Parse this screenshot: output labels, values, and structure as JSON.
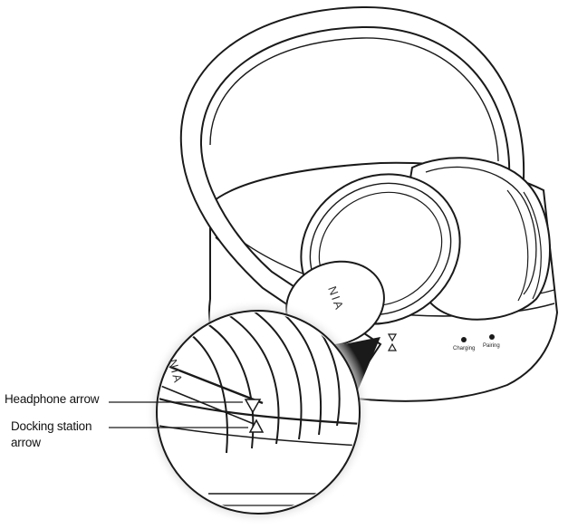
{
  "labels": {
    "headphone_arrow": "Headphone arrow",
    "docking_station_arrow_line1": "Docking station",
    "docking_station_arrow_line2": "arrow"
  },
  "dock": {
    "charging": "Charging",
    "pairing": "Pairing"
  },
  "brand_fragment": {
    "main": "NIA",
    "magnified": "NIA"
  },
  "colors": {
    "line": "#1a1a1a",
    "background": "#ffffff",
    "magnifier_shadow": "#d9d9d9"
  }
}
